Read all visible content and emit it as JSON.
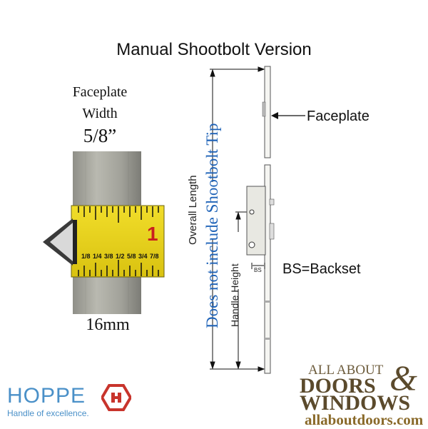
{
  "title": "Manual Shootbolt Version",
  "faceplate_width": {
    "line1": "Faceplate",
    "line2": "Width",
    "size": "5/8”",
    "metric": "16mm"
  },
  "ruler": {
    "big_number": "1",
    "fractions": [
      "1/8",
      "1/4",
      "3/8",
      "1/2",
      "5/8",
      "3/4",
      "7/8"
    ]
  },
  "callouts": {
    "faceplate": "Faceplate",
    "backset": "BS=Backset",
    "bs_small": "BS",
    "overall_length": "Overall Length",
    "tip_note": "Does not include Shootbolt Tip",
    "handle_height": "Handle Height"
  },
  "branding": {
    "hoppe": "HOPPE",
    "hoppe_tagline": "Handle of excellence.",
    "aad_line1": "ALL ABOUT",
    "aad_line2": "DOORS",
    "aad_amp": "&",
    "aad_line3": "WINDOWS",
    "aad_url": "allaboutdoors.com"
  },
  "colors": {
    "blue_note": "#1f63b8",
    "hoppe_blue": "#4a90c8",
    "hoppe_red": "#c8342c",
    "tape_yellow": "#e8d218"
  }
}
